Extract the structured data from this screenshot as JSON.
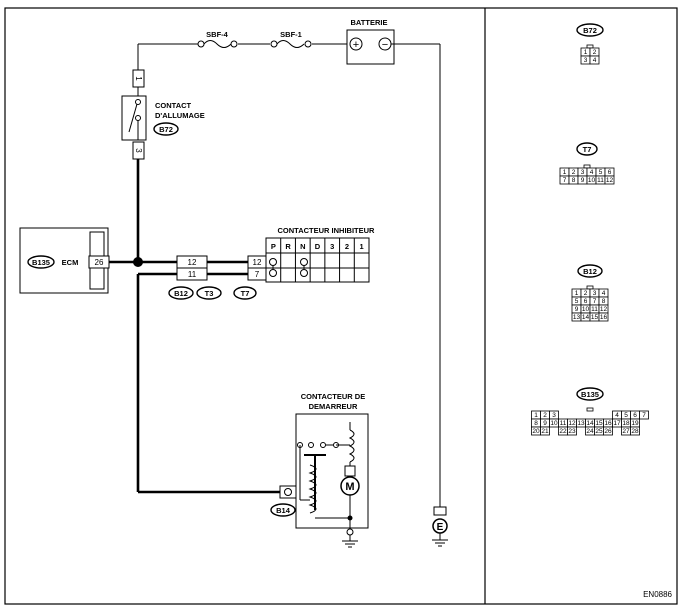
{
  "labels": {
    "battery": "BATTERIE",
    "fuse1": "SBF-4",
    "fuse2": "SBF-1",
    "ignition_line1": "CONTACT",
    "ignition_line2": "D'ALLUMAGE",
    "ecm": "ECM",
    "inhibitor": "CONTACTEUR INHIBITEUR",
    "starter_line1": "CONTACTEUR DE",
    "starter_line2": "DEMARREUR",
    "motor": "M",
    "earth": "E",
    "figure_code": "EN0886",
    "plus": "+",
    "minus": "−"
  },
  "connectors": {
    "B72": "B72",
    "B135": "B135",
    "B12": "B12",
    "T3": "T3",
    "T7": "T7",
    "B14": "B14"
  },
  "pins": {
    "ign_top": "1",
    "ign_bottom": "3",
    "ecm_pin": "26",
    "b12_upper": "12",
    "b12_lower": "11",
    "t7_upper": "12",
    "t7_lower": "7"
  },
  "inhibitor_positions": [
    "P",
    "R",
    "N",
    "D",
    "3",
    "2",
    "1"
  ],
  "pinouts": {
    "B72": [
      [
        "1",
        "2"
      ],
      [
        "3",
        "4"
      ]
    ],
    "T7": [
      [
        "1",
        "2",
        "3",
        "4",
        "5",
        "6"
      ],
      [
        "7",
        "8",
        "9",
        "10",
        "11",
        "12"
      ]
    ],
    "B12": [
      [
        "1",
        "2",
        "3",
        "4"
      ],
      [
        "5",
        "6",
        "7",
        "8"
      ],
      [
        "9",
        "10",
        "11",
        "12"
      ],
      [
        "13",
        "14",
        "15",
        "16"
      ]
    ],
    "B135": [
      [
        "1",
        "2",
        "3",
        "",
        "",
        "",
        "",
        "",
        "",
        "4",
        "5",
        "6",
        "7"
      ],
      [
        "8",
        "9",
        "10",
        "11",
        "12",
        "13",
        "14",
        "15",
        "16",
        "17",
        "18",
        "19"
      ],
      [
        "20",
        "21",
        "",
        "22",
        "23",
        "",
        "24",
        "25",
        "26",
        "",
        "27",
        "28"
      ]
    ]
  }
}
